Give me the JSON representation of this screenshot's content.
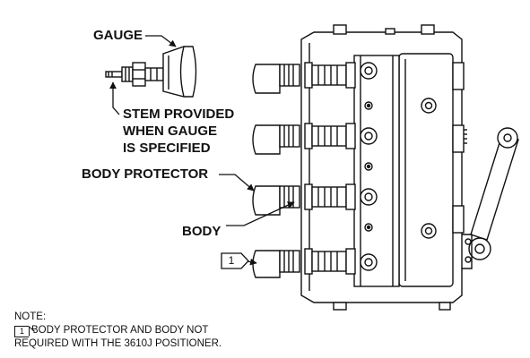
{
  "labels": {
    "gauge": "GAUGE",
    "stem_line1": "STEM PROVIDED",
    "stem_line2": "WHEN GAUGE",
    "stem_line3": "IS SPECIFIED",
    "body_protector": "BODY PROTECTOR",
    "body": "BODY",
    "callout_number": "1"
  },
  "note": {
    "heading": "NOTE:",
    "flag_number": "1",
    "line1": "BODY PROTECTOR AND BODY NOT",
    "line2": "REQUIRED WITH THE 3610J POSITIONER."
  }
}
